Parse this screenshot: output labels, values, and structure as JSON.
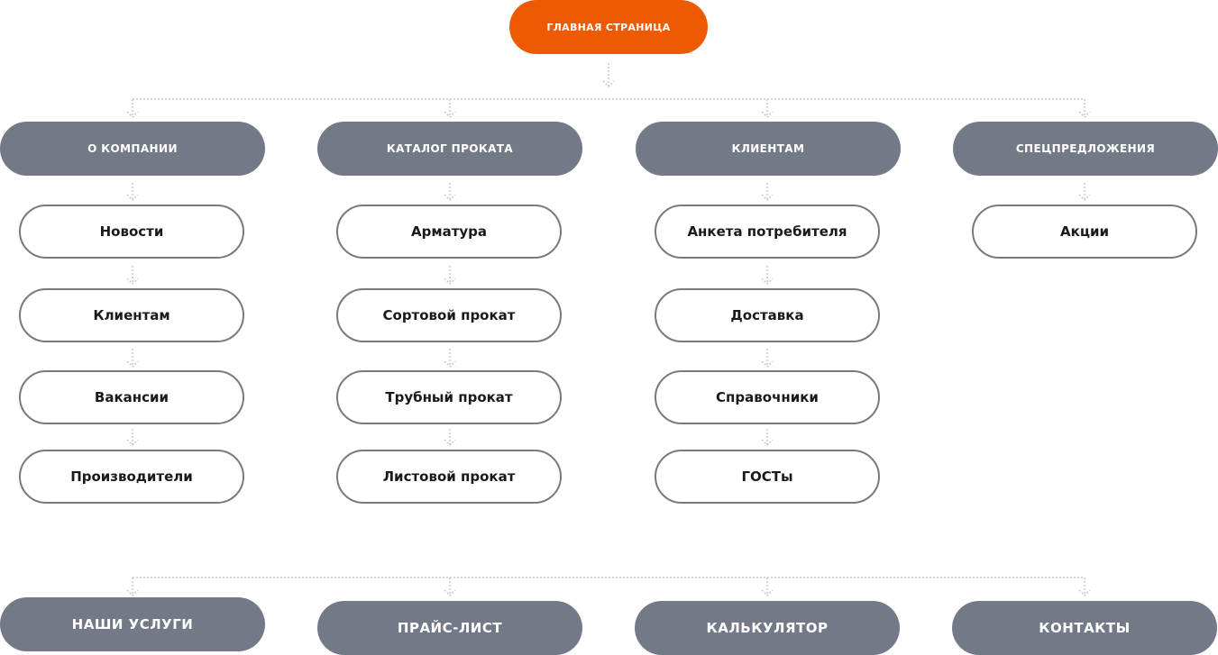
{
  "root": {
    "label": "ГЛАВНАЯ СТРАНИЦА"
  },
  "sections": [
    {
      "label": "О КОМПАНИИ",
      "pages": [
        "Новости",
        "Клиентам",
        "Вакансии",
        "Производители"
      ]
    },
    {
      "label": "КАТАЛОГ ПРОКАТА",
      "pages": [
        "Арматура",
        "Сортовой прокат",
        "Трубный прокат",
        "Листовой прокат"
      ]
    },
    {
      "label": "КЛИЕНТАМ",
      "pages": [
        "Анкета потребителя",
        "Доставка",
        "Справочники",
        "ГОСТы"
      ]
    },
    {
      "label": "СПЕЦПРЕДЛОЖЕНИЯ",
      "pages": [
        "Акции"
      ]
    }
  ],
  "bottom_sections": [
    "НАШИ УСЛУГИ",
    "ПРАЙС-ЛИСТ",
    "КАЛЬКУЛЯТОР",
    "КОНТАКТЫ"
  ],
  "colors": {
    "root": "#ee5a02",
    "section": "#747987",
    "page_border": "#7a7a7a",
    "connector": "#c8c8c8"
  }
}
